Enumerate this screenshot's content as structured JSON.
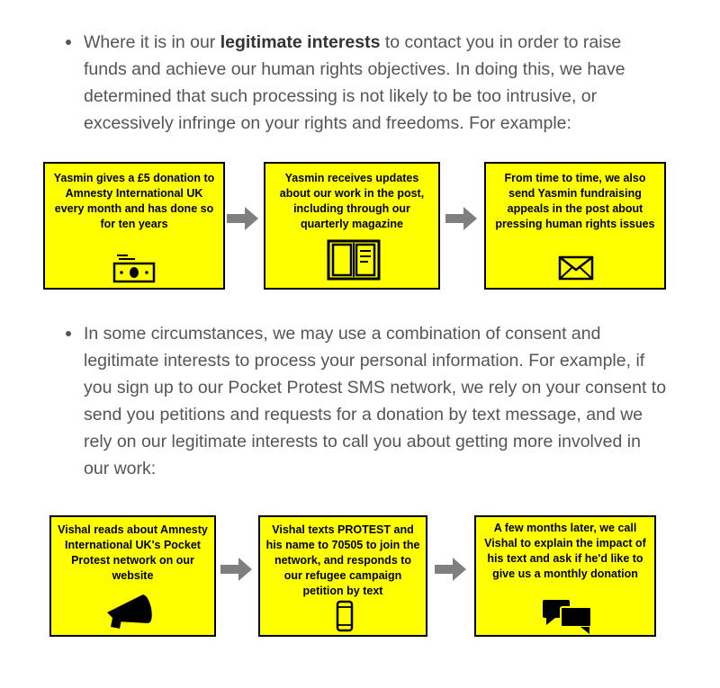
{
  "bullet1": {
    "pre": "Where it is in our ",
    "bold": "legitimate interests",
    "post": " to contact you in order to raise funds and achieve our human rights objectives. In doing this, we have determined that such processing is not likely to be too intrusive, or excessively infringe on your rights and freedoms. For example:"
  },
  "row1": {
    "box1": "Yasmin gives a £5 donation to Amnesty International UK every month and has done so for ten years",
    "box2": "Yasmin receives updates about our work in the post, including through our quarterly magazine",
    "box3": "From time to time, we also send Yasmin fundraising appeals in the post about pressing human rights issues"
  },
  "bullet2": {
    "text": "In some circumstances, we may use a combination of consent and legitimate interests to process your personal information. For example, if you sign up to our Pocket Protest SMS network, we rely on your consent to send you petitions and requests for a donation by text message, and we rely on our legitimate interests to call you about getting more involved in our work:"
  },
  "row2": {
    "box1": "Vishal reads about Amnesty International UK's Pocket Protest network on our website",
    "box2": "Vishal texts PROTEST and his name to 70505 to join the network, and responds to our refugee campaign petition by text",
    "box3": "A few months later, we call Vishal to explain the impact of his text and ask if he'd like to give us a monthly donation"
  },
  "icons": {
    "row1": [
      "banknote-icon",
      "book-icon",
      "envelope-icon"
    ],
    "row2": [
      "megaphone-icon",
      "phone-icon",
      "chat-bubbles-icon"
    ],
    "arrow": "right-arrow-icon"
  },
  "colors": {
    "box_fill": "#ffff00",
    "box_border": "#000000",
    "arrow": "#7f7f7f",
    "body_text": "#555555"
  }
}
